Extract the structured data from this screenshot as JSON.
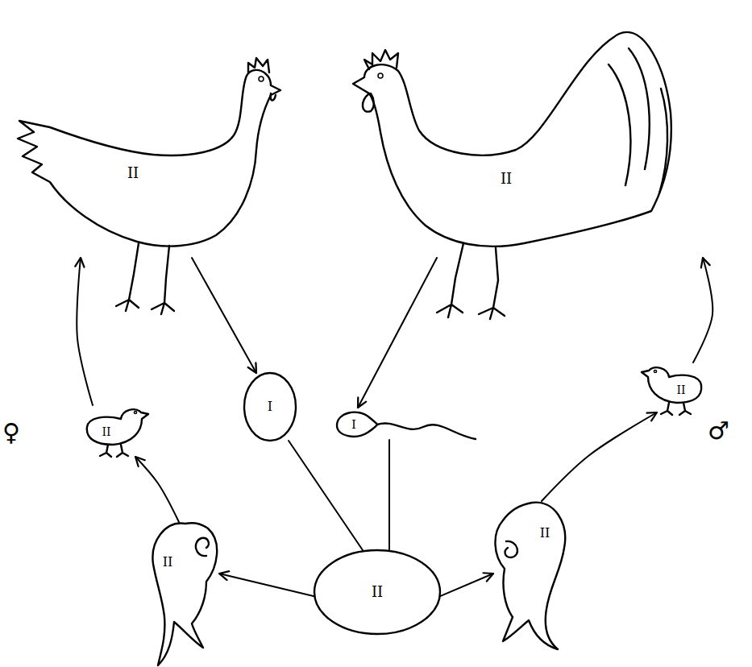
{
  "diagram": {
    "nodes": [
      {
        "text": [
          "II"
        ]
      },
      {
        "text": [
          "II"
        ]
      },
      {
        "text": [
          "I"
        ]
      },
      {
        "text": [
          "I"
        ]
      },
      {
        "text": [
          "II"
        ]
      },
      {
        "text": [
          "II"
        ]
      },
      {
        "text": [
          "II"
        ]
      },
      {
        "text": [
          "II"
        ]
      },
      {
        "text": [
          "II"
        ]
      }
    ],
    "edges": [
      {
        "from": 0,
        "to": 2,
        "arrow": "to"
      },
      {
        "from": 1,
        "to": 3,
        "arrow": "to"
      },
      {
        "from": 2,
        "to": 8,
        "arrow": "none"
      },
      {
        "from": 3,
        "to": 8,
        "arrow": "none"
      },
      {
        "from": 8,
        "to": 6,
        "arrow": "to"
      },
      {
        "from": 8,
        "to": 7,
        "arrow": "to"
      },
      {
        "from": 6,
        "to": 4,
        "arrow": "to"
      },
      {
        "from": 7,
        "to": 5,
        "arrow": "to"
      },
      {
        "from": 4,
        "to": 0,
        "arrow": "to"
      },
      {
        "from": 5,
        "to": 1,
        "arrow": "to"
      }
    ],
    "labels": [
      "♀",
      "♂"
    ]
  }
}
